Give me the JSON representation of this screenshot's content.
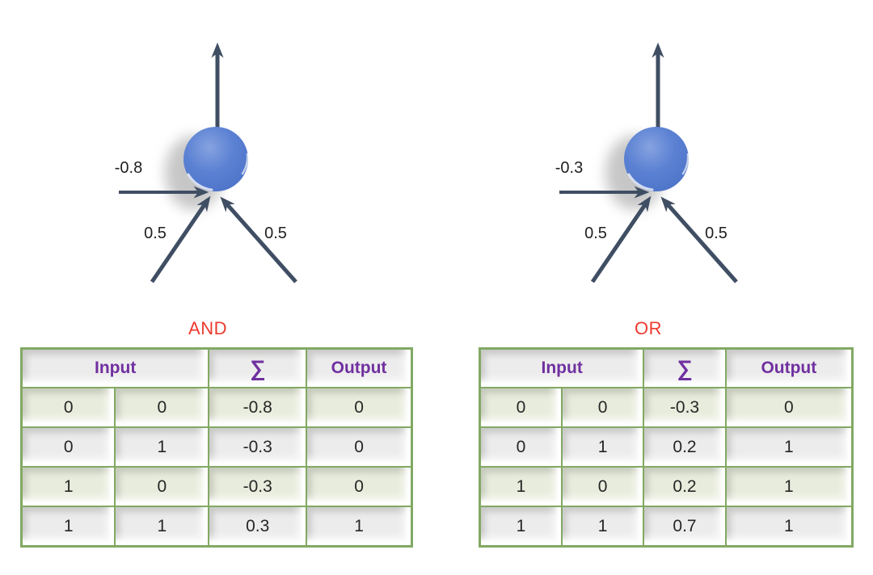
{
  "colors": {
    "arrow": "#3f4e63",
    "neuron_fill": "#5b81d3",
    "table_border_green": "#82a963",
    "header_text_purple": "#7030a0",
    "caption_red": "#ee3a2e",
    "row_tint_green": "#e8ecdc",
    "row_gray": "#ececec"
  },
  "diagrams": [
    {
      "caption": "AND",
      "weights": {
        "bias": "-0.8",
        "input1": "0.5",
        "input2": "0.5"
      },
      "table": {
        "headers": {
          "input": "Input",
          "sum": "∑",
          "output": "Output"
        },
        "rows": [
          [
            "0",
            "0",
            "-0.8",
            "0"
          ],
          [
            "0",
            "1",
            "-0.3",
            "0"
          ],
          [
            "1",
            "0",
            "-0.3",
            "0"
          ],
          [
            "1",
            "1",
            "0.3",
            "1"
          ]
        ]
      }
    },
    {
      "caption": "OR",
      "weights": {
        "bias": "-0.3",
        "input1": "0.5",
        "input2": "0.5"
      },
      "table": {
        "headers": {
          "input": "Input",
          "sum": "∑",
          "output": "Output"
        },
        "rows": [
          [
            "0",
            "0",
            "-0.3",
            "0"
          ],
          [
            "0",
            "1",
            "0.2",
            "1"
          ],
          [
            "1",
            "0",
            "0.2",
            "1"
          ],
          [
            "1",
            "1",
            "0.7",
            "1"
          ]
        ]
      }
    }
  ]
}
